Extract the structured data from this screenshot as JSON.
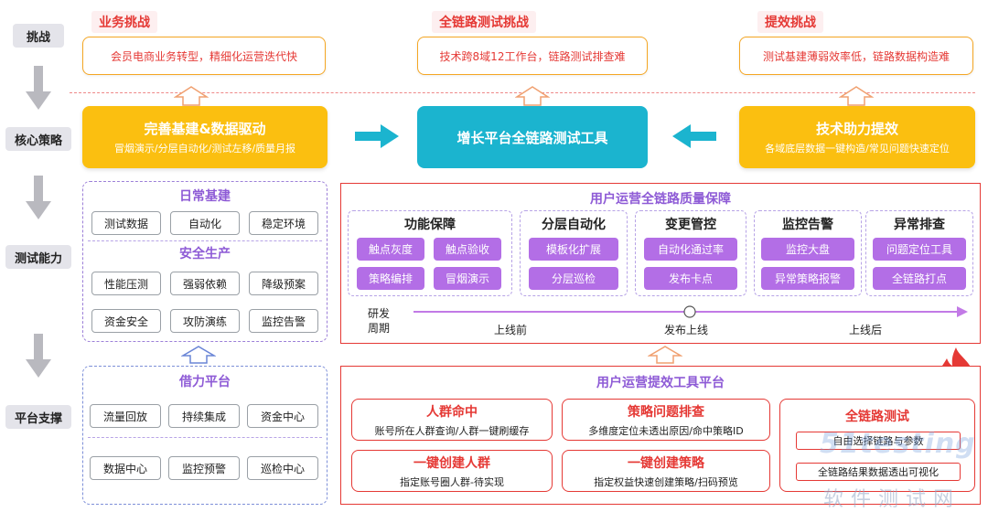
{
  "rows": {
    "challenge": "挑战",
    "strategy": "核心策略",
    "capability": "测试能力",
    "platform": "平台支撑"
  },
  "challenges": [
    {
      "title": "业务挑战",
      "desc": "会员电商业务转型，精细化运营迭代快"
    },
    {
      "title": "全链路测试挑战",
      "desc": "技术跨8域12工作台，链路测试排查难"
    },
    {
      "title": "提效挑战",
      "desc": "测试基建薄弱效率低，链路数据构造难"
    }
  ],
  "strategy": {
    "left": {
      "title": "完善基建&数据驱动",
      "sub": "冒烟演示/分层自动化/测试左移/质量月报"
    },
    "center": "增长平台全链路测试工具",
    "right": {
      "title": "技术助力提效",
      "sub": "各域底层数据一键构造/常见问题快速定位"
    }
  },
  "daily": {
    "title": "日常基建",
    "items": [
      "测试数据",
      "自动化",
      "稳定环境"
    ],
    "safe_title": "安全生产",
    "safe_items": [
      "性能压测",
      "强弱依赖",
      "降级预案",
      "资金安全",
      "攻防演练",
      "监控告警"
    ]
  },
  "leverage": {
    "title": "借力平台",
    "items": [
      "流量回放",
      "持续集成",
      "资金中心",
      "数据中心",
      "监控预警",
      "巡检中心"
    ]
  },
  "quality": {
    "title": "用户运营全链路质量保障",
    "categories": [
      {
        "title": "功能保障",
        "items": [
          "触点灰度",
          "触点验收",
          "策略编排",
          "冒烟演示"
        ]
      },
      {
        "title": "分层自动化",
        "items": [
          "模板化扩展",
          "分层巡检"
        ]
      },
      {
        "title": "变更管控",
        "items": [
          "自动化通过率",
          "发布卡点"
        ]
      },
      {
        "title": "监控告警",
        "items": [
          "监控大盘",
          "异常策略报警"
        ]
      },
      {
        "title": "异常排查",
        "items": [
          "问题定位工具",
          "全链路打点"
        ]
      }
    ],
    "timeline": {
      "label1": "研发",
      "label2": "周期",
      "stages": [
        "上线前",
        "发布上线",
        "上线后"
      ]
    }
  },
  "tools": {
    "title": "用户运营提效工具平台",
    "boxes": [
      {
        "title": "人群命中",
        "sub": "账号所在人群查询/人群一键刷缓存"
      },
      {
        "title": "策略问题排查",
        "sub": "多维度定位未透出原因/命中策略ID"
      },
      {
        "title": "一键创建人群",
        "sub": "指定账号圈人群-待实现"
      },
      {
        "title": "一键创建策略",
        "sub": "指定权益快速创建策略/扫码预览"
      }
    ],
    "full": {
      "title": "全链路测试",
      "items": [
        "自由选择链路与参数",
        "全链路结果数据透出可视化"
      ]
    }
  },
  "watermark": {
    "brand": "51testing",
    "cn": "软件测试网"
  },
  "colors": {
    "accent": "#fbbf10",
    "cyan": "#1bb4cf",
    "red": "#e53935",
    "purple": "#b36ee6"
  }
}
